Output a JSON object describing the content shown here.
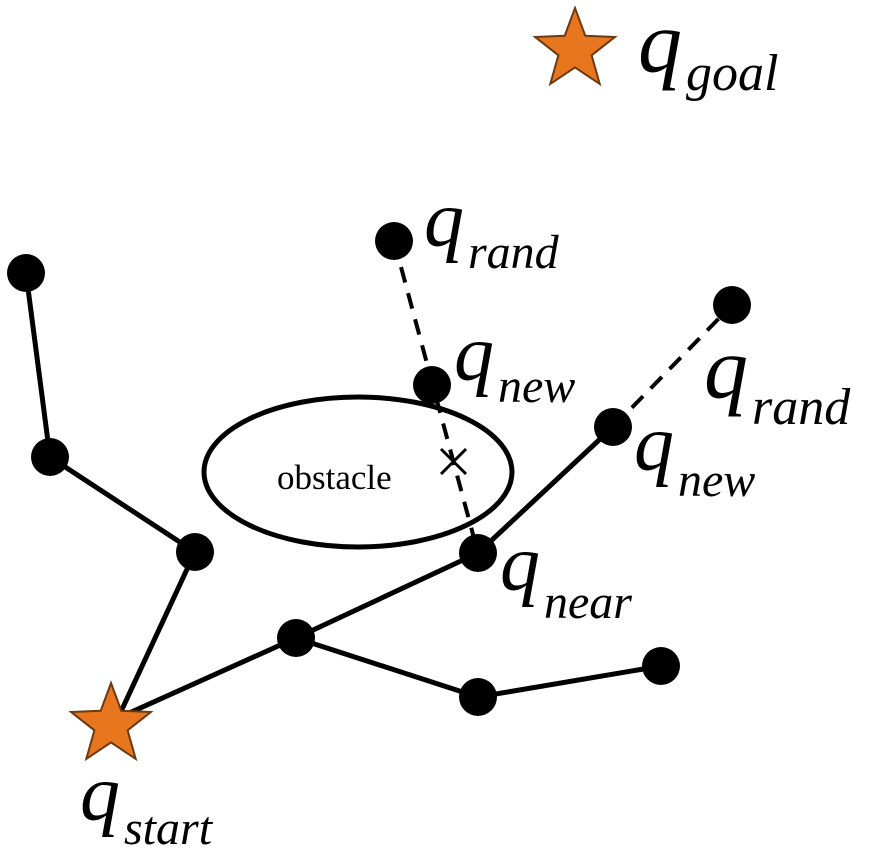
{
  "diagram": {
    "colors": {
      "star_fill": "#E8761F",
      "star_stroke": "#6B3A10",
      "line": "#000000",
      "node": "#000000"
    },
    "labels": {
      "goal": {
        "main": "q",
        "sub": "goal"
      },
      "start": {
        "main": "q",
        "sub": "start"
      },
      "rand1": {
        "main": "q",
        "sub": "rand"
      },
      "rand2": {
        "main": "q",
        "sub": "rand"
      },
      "new1": {
        "main": "q",
        "sub": "new"
      },
      "new2": {
        "main": "q",
        "sub": "new"
      },
      "near": {
        "main": "q",
        "sub": "near"
      }
    },
    "obstacle_label": "obstacle"
  }
}
